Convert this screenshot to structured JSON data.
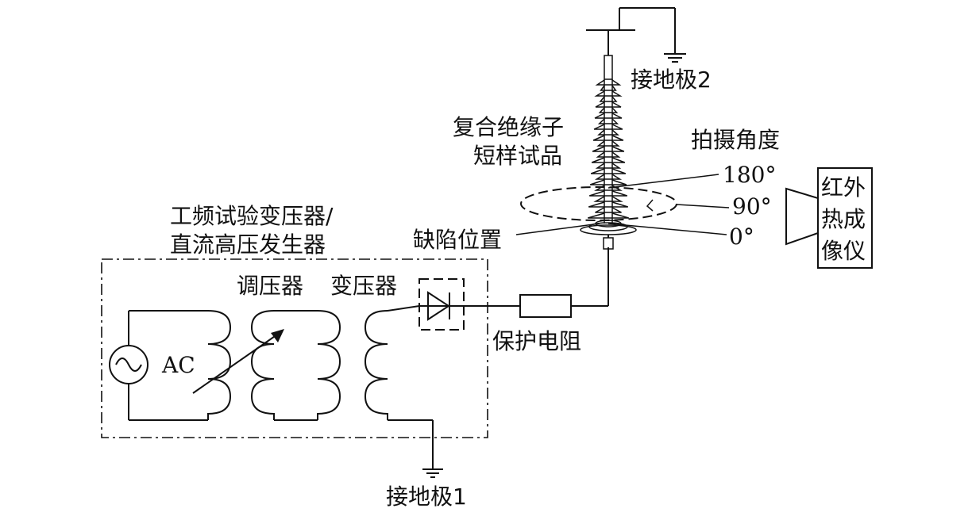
{
  "labels": {
    "ground2": "接地极2",
    "specimen_line1": "复合绝缘子",
    "specimen_line2": "短样试品",
    "shoot_angle": "拍摄角度",
    "angle_180": "180°",
    "angle_90": "90°",
    "angle_0": "0°",
    "camera_line1": "红外",
    "camera_line2": "热成",
    "camera_line3": "像仪",
    "transformer_line1": "工频试验变压器/",
    "transformer_line2": "直流高压发生器",
    "defect_position": "缺陷位置",
    "regulator": "调压器",
    "transformer": "变压器",
    "ac_source": "AC",
    "resistor": "保护电阻",
    "ground1": "接地极1"
  }
}
